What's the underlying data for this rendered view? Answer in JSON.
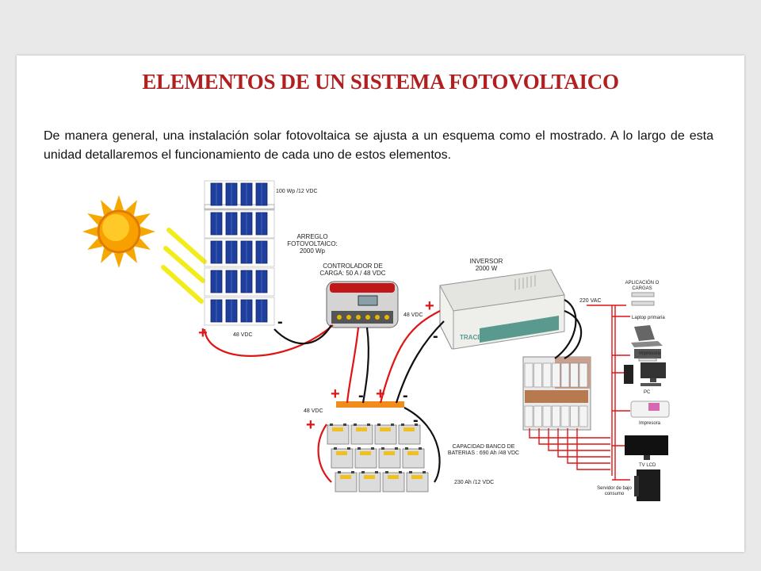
{
  "title": "ELEMENTOS DE UN SISTEMA FOTOVOLTAICO",
  "intro": "De manera general, una instalación solar fotovoltaica se ajusta a un esquema como el mostrado. A lo largo de esta unidad detallaremos el funcionamiento de cada uno de estos elementos.",
  "diagram": {
    "panel_spec": "100 Wp /12 VDC",
    "array_label": "ARREGLO FOTOVOLTAICO: 2000 Wp",
    "array_voltage": "48 VDC",
    "controller_label": "CONTROLADOR DE CARGA: 50 A / 48 VDC",
    "inverter_label": "INVERSOR 2000 W",
    "inverter_input": "48 VDC",
    "inverter_brand": "TRACE",
    "ac_voltage": "220 VAC",
    "bank_voltage": "48 VDC",
    "bank_capacity": "CAPACIDAD BANCO DE BATERIAS : 690 Ah /48 VDC",
    "battery_spec": "230 Ah /12 VDC",
    "loads_title": "APLICACIÓN O CARGAS",
    "loads": [
      "Laptop primaria",
      "Impresora",
      "PC",
      "Impresora",
      "TV LCD",
      "Servidor de bajo consumo"
    ],
    "plus": "+",
    "minus": "-"
  },
  "colors": {
    "title": "#b02020",
    "positive_wire": "#e01414",
    "negative_wire": "#111111",
    "sun": "#f5a800",
    "rays": "#f2ec1a",
    "panel": "#1f3f9e",
    "busbar": "#f08c1a"
  }
}
